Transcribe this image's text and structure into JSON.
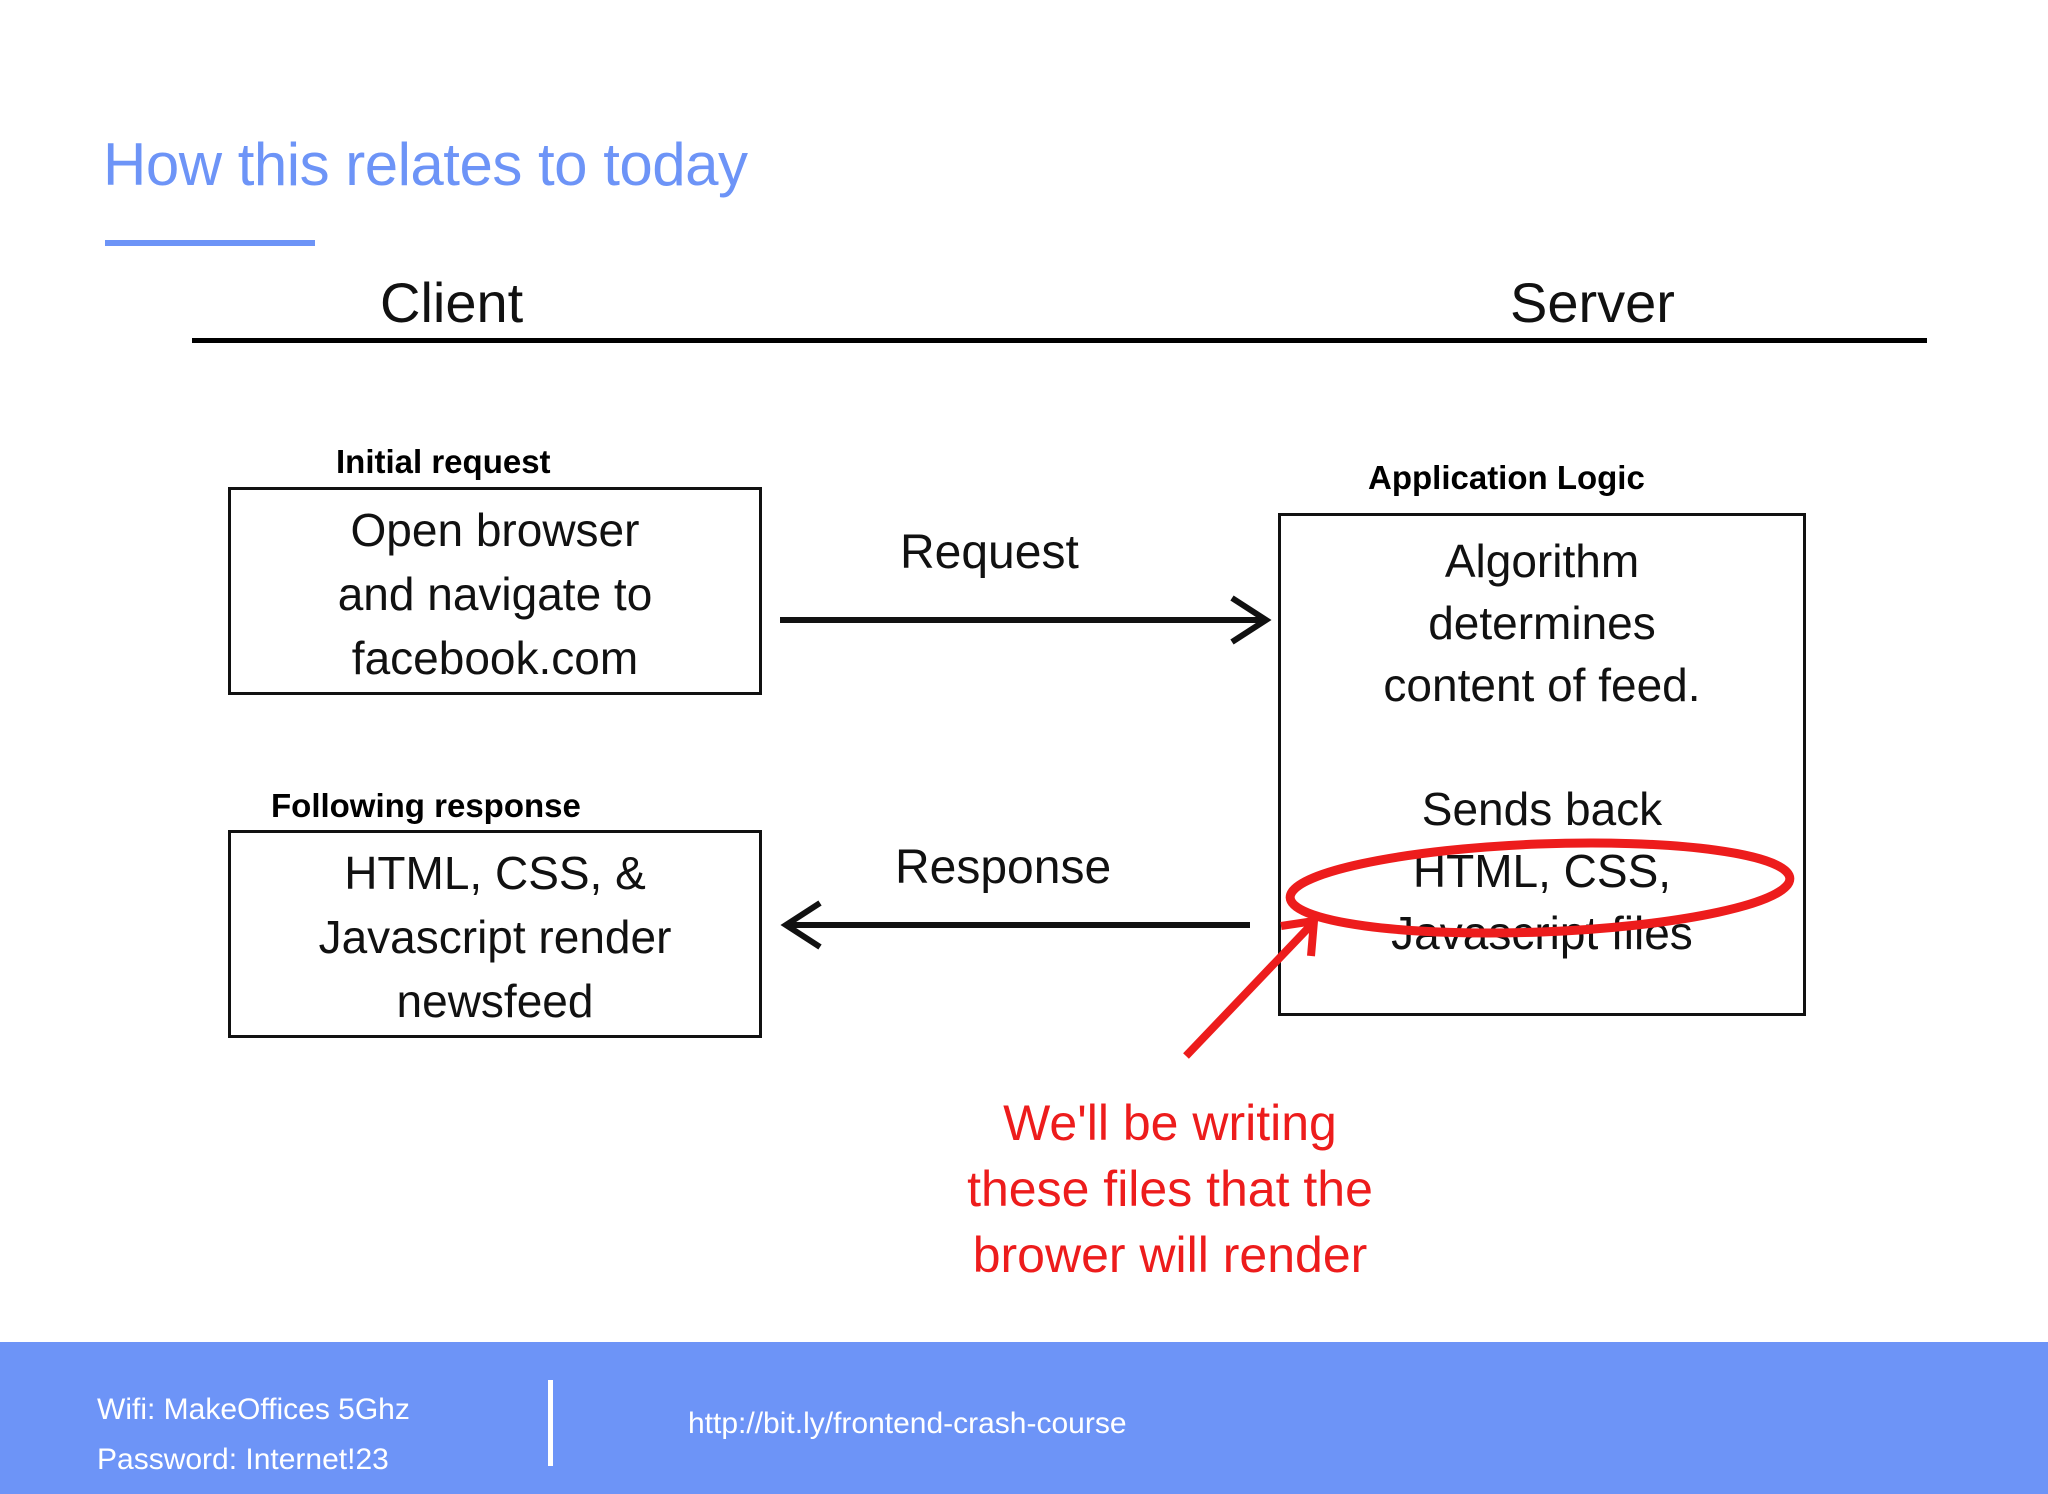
{
  "slide": {
    "title": "How this relates to today",
    "accent_color": "#6d94f7",
    "annotation_color": "#ed1c1c"
  },
  "columns": {
    "client": "Client",
    "server": "Server"
  },
  "client": {
    "initial_request": {
      "caption": "Initial request",
      "body": "Open browser\nand navigate to\nfacebook.com"
    },
    "following_response": {
      "caption": "Following response",
      "body": "HTML, CSS, &\nJavascript render\nnewsfeed"
    }
  },
  "server": {
    "application_logic": {
      "caption": "Application Logic",
      "body": "Algorithm\ndetermines\ncontent of feed.\n\nSends back\nHTML, CSS,\nJavascript files"
    }
  },
  "arrows": {
    "request_label": "Request",
    "response_label": "Response"
  },
  "annotation": {
    "text": "We'll be writing\nthese files that the\nbrower will render",
    "highlight_target": "HTML, CSS,"
  },
  "footer": {
    "wifi": "Wifi: MakeOffices 5Ghz\nPassword: Internet!23",
    "url": "http://bit.ly/frontend-crash-course"
  }
}
